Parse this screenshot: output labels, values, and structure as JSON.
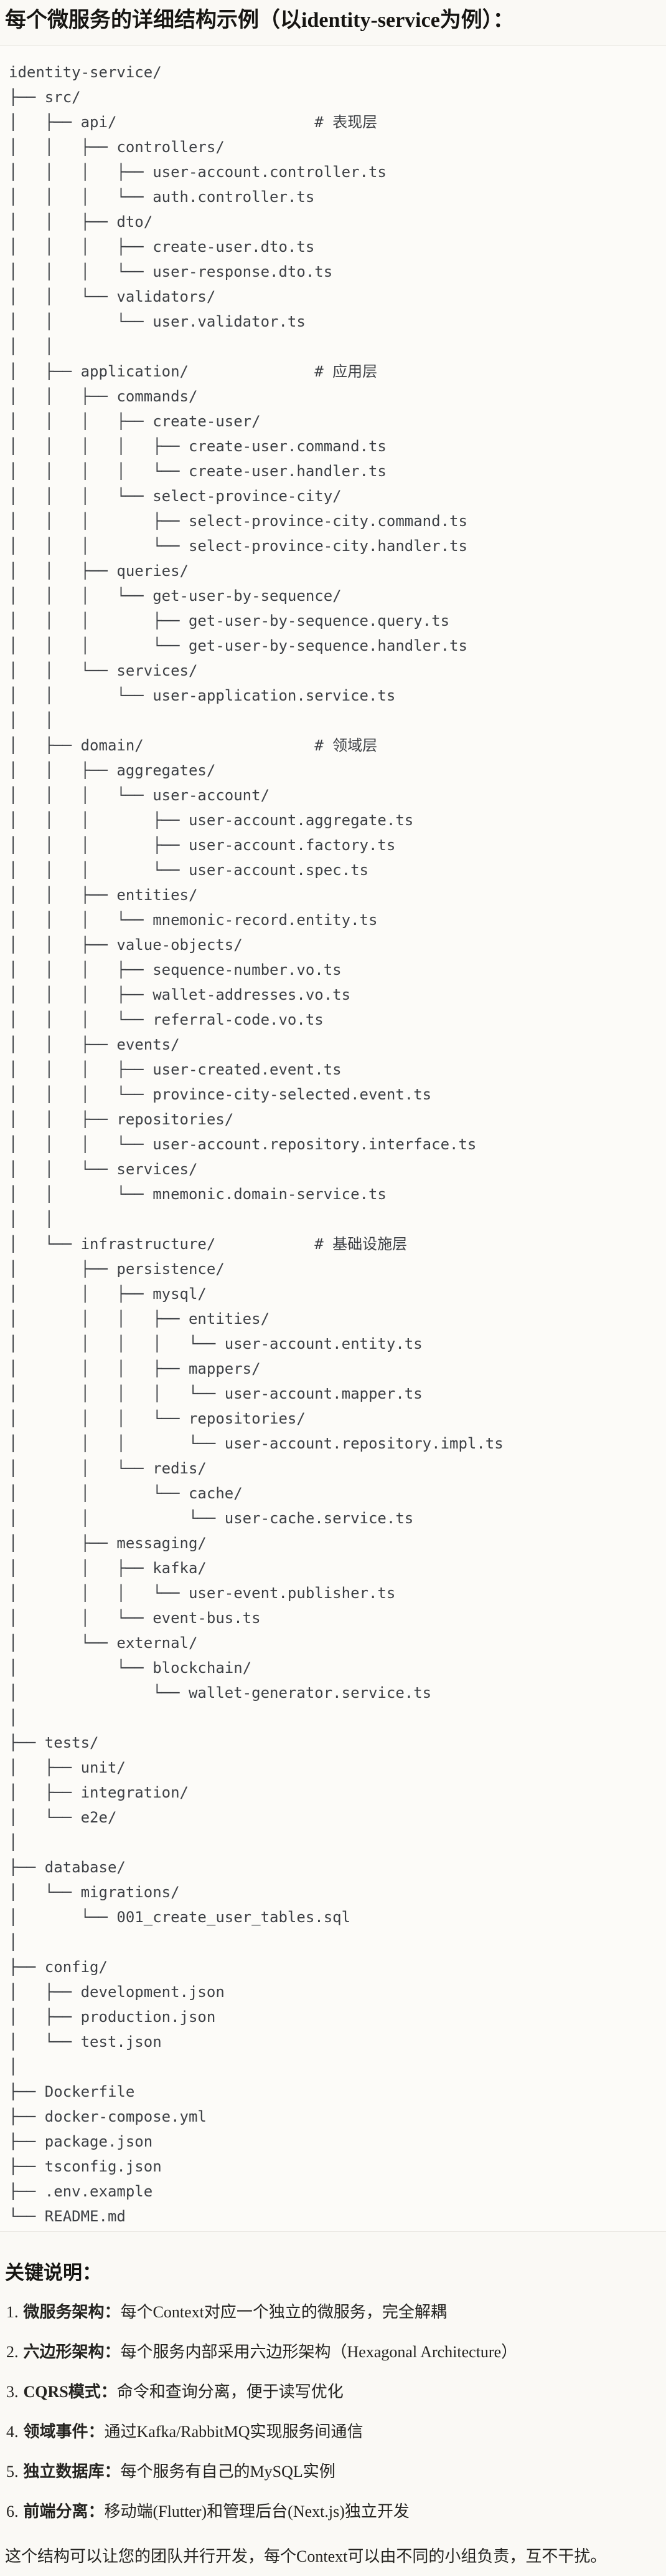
{
  "colors": {
    "page_bg": "#faf9f5",
    "code_bg": "#fcfbf8",
    "code_border": "#e7e5df",
    "code_text": "#3d4045",
    "heading_text": "#161512"
  },
  "title": "每个微服务的详细结构示例（以identity-service为例）：",
  "tree": {
    "lines": [
      "identity-service/",
      "├── src/",
      "│   ├── api/                      # 表现层",
      "│   │   ├── controllers/",
      "│   │   │   ├── user-account.controller.ts",
      "│   │   │   └── auth.controller.ts",
      "│   │   ├── dto/",
      "│   │   │   ├── create-user.dto.ts",
      "│   │   │   └── user-response.dto.ts",
      "│   │   └── validators/",
      "│   │       └── user.validator.ts",
      "│   │",
      "│   ├── application/              # 应用层",
      "│   │   ├── commands/",
      "│   │   │   ├── create-user/",
      "│   │   │   │   ├── create-user.command.ts",
      "│   │   │   │   └── create-user.handler.ts",
      "│   │   │   └── select-province-city/",
      "│   │   │       ├── select-province-city.command.ts",
      "│   │   │       └── select-province-city.handler.ts",
      "│   │   ├── queries/",
      "│   │   │   └── get-user-by-sequence/",
      "│   │   │       ├── get-user-by-sequence.query.ts",
      "│   │   │       └── get-user-by-sequence.handler.ts",
      "│   │   └── services/",
      "│   │       └── user-application.service.ts",
      "│   │",
      "│   ├── domain/                   # 领域层",
      "│   │   ├── aggregates/",
      "│   │   │   └── user-account/",
      "│   │   │       ├── user-account.aggregate.ts",
      "│   │   │       ├── user-account.factory.ts",
      "│   │   │       └── user-account.spec.ts",
      "│   │   ├── entities/",
      "│   │   │   └── mnemonic-record.entity.ts",
      "│   │   ├── value-objects/",
      "│   │   │   ├── sequence-number.vo.ts",
      "│   │   │   ├── wallet-addresses.vo.ts",
      "│   │   │   └── referral-code.vo.ts",
      "│   │   ├── events/",
      "│   │   │   ├── user-created.event.ts",
      "│   │   │   └── province-city-selected.event.ts",
      "│   │   ├── repositories/",
      "│   │   │   └── user-account.repository.interface.ts",
      "│   │   └── services/",
      "│   │       └── mnemonic.domain-service.ts",
      "│   │",
      "│   └── infrastructure/           # 基础设施层",
      "│       ├── persistence/",
      "│       │   ├── mysql/",
      "│       │   │   ├── entities/",
      "│       │   │   │   └── user-account.entity.ts",
      "│       │   │   ├── mappers/",
      "│       │   │   │   └── user-account.mapper.ts",
      "│       │   │   └── repositories/",
      "│       │   │       └── user-account.repository.impl.ts",
      "│       │   └── redis/",
      "│       │       └── cache/",
      "│       │           └── user-cache.service.ts",
      "│       ├── messaging/",
      "│       │   ├── kafka/",
      "│       │   │   └── user-event.publisher.ts",
      "│       │   └── event-bus.ts",
      "│       └── external/",
      "│           └── blockchain/",
      "│               └── wallet-generator.service.ts",
      "│",
      "├── tests/",
      "│   ├── unit/",
      "│   ├── integration/",
      "│   └── e2e/",
      "│",
      "├── database/",
      "│   └── migrations/",
      "│       └── 001_create_user_tables.sql",
      "│",
      "├── config/",
      "│   ├── development.json",
      "│   ├── production.json",
      "│   └── test.json",
      "│",
      "├── Dockerfile",
      "├── docker-compose.yml",
      "├── package.json",
      "├── tsconfig.json",
      "├── .env.example",
      "└── README.md"
    ]
  },
  "notes": {
    "heading": "关键说明：",
    "items": [
      {
        "num": "1.",
        "term": "微服务架构：",
        "desc": "每个Context对应一个独立的微服务，完全解耦"
      },
      {
        "num": "2.",
        "term": "六边形架构：",
        "desc": "每个服务内部采用六边形架构（Hexagonal Architecture）"
      },
      {
        "num": "3.",
        "term": "CQRS模式：",
        "desc": "命令和查询分离，便于读写优化"
      },
      {
        "num": "4.",
        "term": "领域事件：",
        "desc": "通过Kafka/RabbitMQ实现服务间通信"
      },
      {
        "num": "5.",
        "term": "独立数据库：",
        "desc": "每个服务有自己的MySQL实例"
      },
      {
        "num": "6.",
        "term": "前端分离：",
        "desc": "移动端(Flutter)和管理后台(Next.js)独立开发"
      }
    ],
    "footer": "这个结构可以让您的团队并行开发，每个Context可以由不同的小组负责，互不干扰。"
  }
}
